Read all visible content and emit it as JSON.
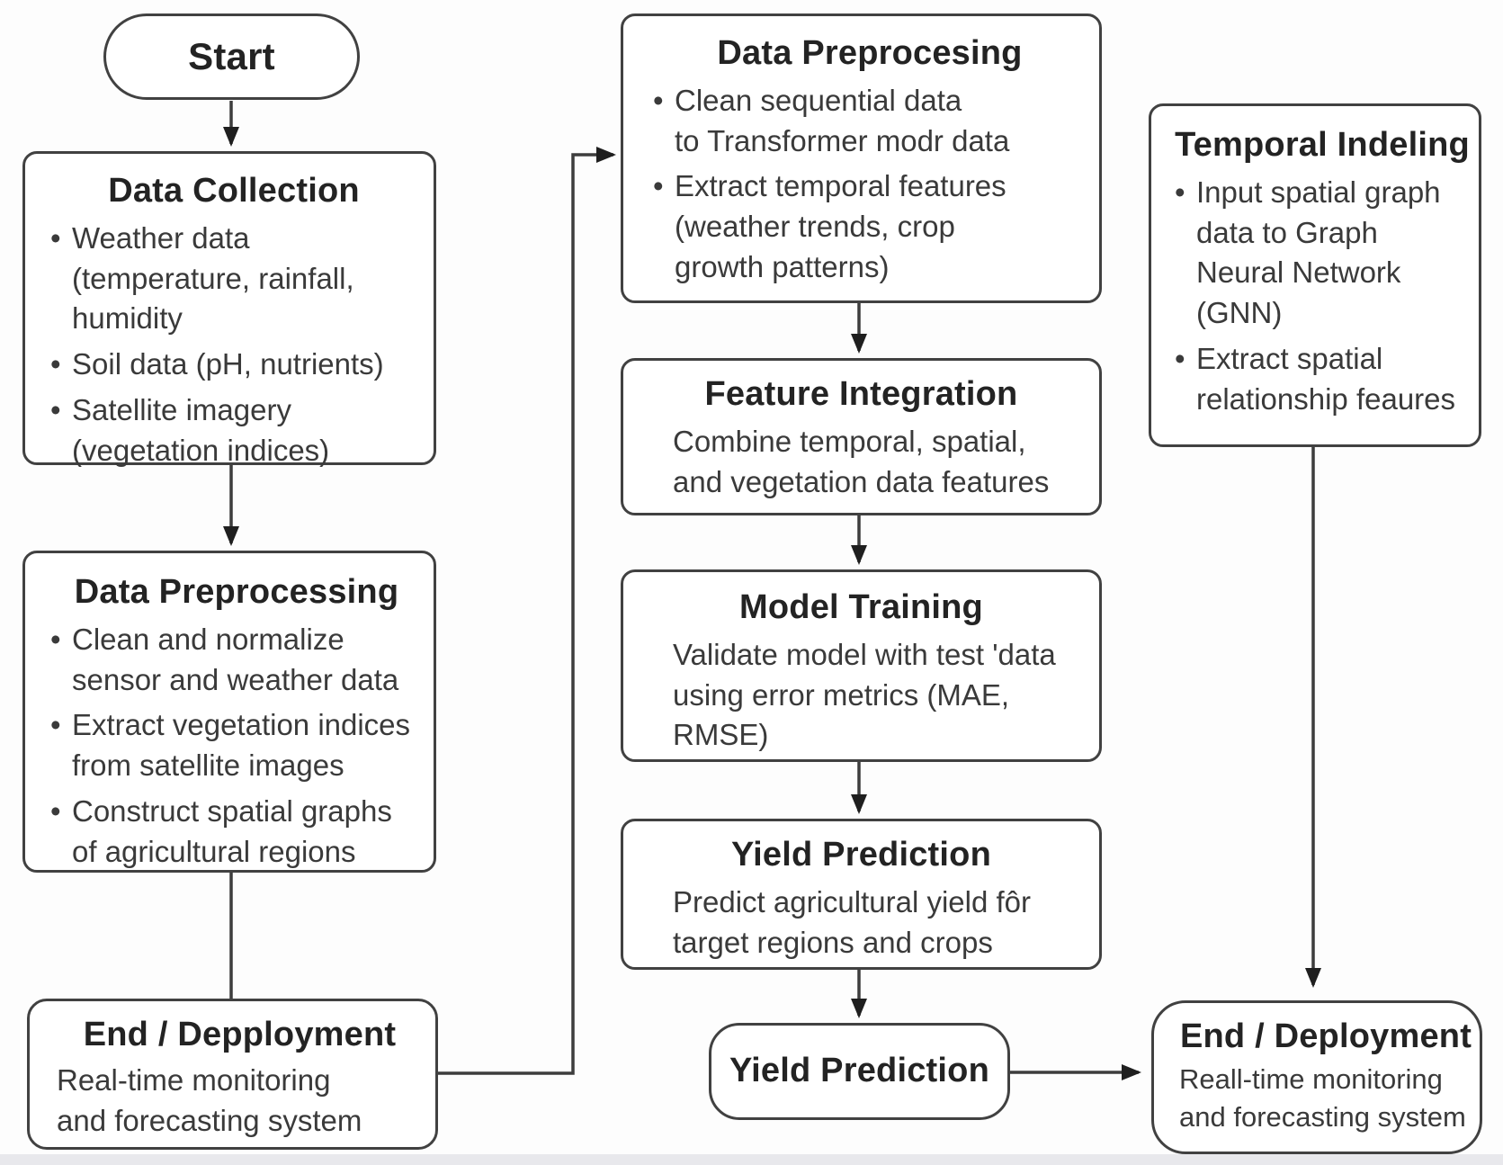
{
  "diagram": {
    "background_color": "#fdfdfd",
    "border_color": "#414141",
    "heading_color": "#232323",
    "body_color": "#3a3a3a",
    "bottom_strip_color": "#e8e8ec",
    "nodes": {
      "start": {
        "type": "terminator",
        "title": "Start"
      },
      "data_collection": {
        "type": "process",
        "title": "Data Collection",
        "bullets": [
          "Weather data\n(temperature, rainfall,\nhumidity",
          "Soil data (pH, nutrients)",
          "Satellite imagery\n(vegetation indices)"
        ]
      },
      "data_preprocessing_left": {
        "type": "process",
        "title": "Data Preprocessing",
        "bullets": [
          "Clean and normalize\nsensor and weather data",
          "Extract vegetation indices\nfrom satellite images",
          "Construct spatial graphs\nof agricultural regions"
        ]
      },
      "end_left": {
        "type": "terminator",
        "title": "End / Depployment",
        "body": "Real-time monitoring\nand forecasting system"
      },
      "data_preprocessing_mid": {
        "type": "process",
        "title": "Data Preprocesing",
        "bullets": [
          "Clean sequential data\nto Transformer modr data",
          "Extract temporal features\n(weather trends, crop\ngrowth patterns)"
        ]
      },
      "feature_integration": {
        "type": "process",
        "title": "Feature Integration",
        "body": "Combine temporal, spatial,\nand vegetation data features"
      },
      "model_training": {
        "type": "process",
        "title": "Model Training",
        "body": "Validate model with test 'data\nusing error metrics (MAE,\nRMSE)"
      },
      "yield_prediction": {
        "type": "process",
        "title": "Yield Prediction",
        "body": "Predict agricultural yield fôr\ntarget regions and crops"
      },
      "yield_prediction_pill": {
        "type": "terminator",
        "title": "Yield Prediction"
      },
      "temporal_indeling": {
        "type": "process",
        "title": "Temporal Indeling",
        "bullets": [
          "Input spatial graph\ndata to Graph\nNeural Network\n(GNN)",
          "Extract spatial\nrelationship feaures"
        ]
      },
      "end_right": {
        "type": "terminator",
        "title": "End / Deployment",
        "body": "Reall-time monitoring\nand forecasting system"
      }
    },
    "edges": [
      "start -> data_collection",
      "data_collection -> data_preprocessing_left",
      "data_preprocessing_left -> end_left",
      "end_left -> data_preprocessing_mid",
      "data_preprocessing_mid -> feature_integration",
      "feature_integration -> model_training",
      "model_training -> yield_prediction",
      "yield_prediction -> yield_prediction_pill",
      "yield_prediction_pill -> end_right",
      "temporal_indeling -> end_right"
    ]
  }
}
